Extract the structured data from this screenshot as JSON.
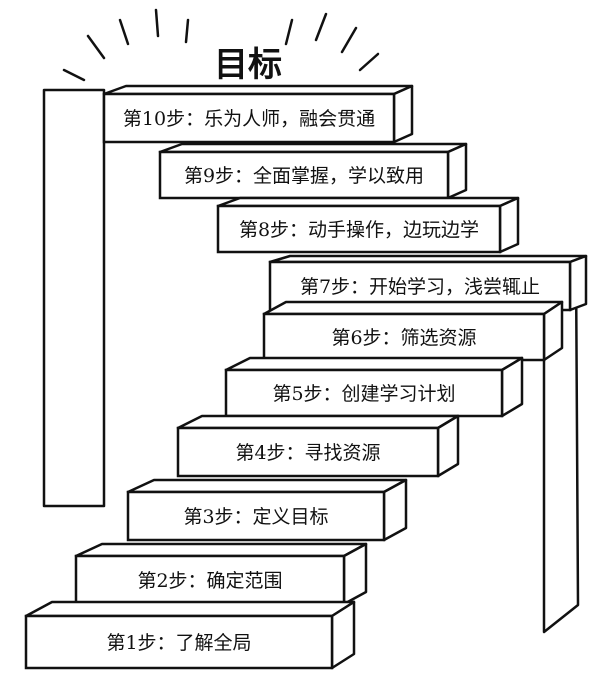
{
  "title": "目标",
  "steps": [
    "第1步：了解全局",
    "第2步：确定范围",
    "第3步：定义目标",
    "第4步：寻找资源",
    "第5步：创建学习计划",
    "第6步：筛选资源",
    "第7步：开始学习，浅尝辄止",
    "第8步：动手操作，边玩边学",
    "第9步：全面掌握，学以致用",
    "第10步：乐为人师，融会贯通"
  ]
}
